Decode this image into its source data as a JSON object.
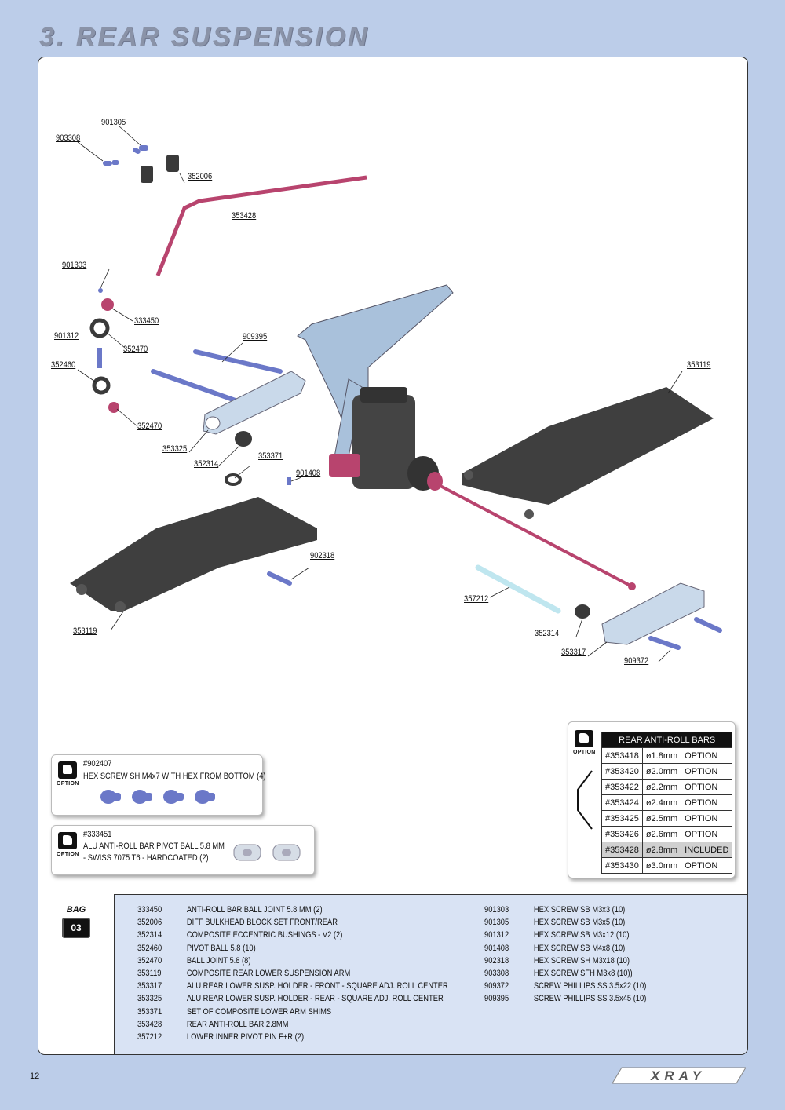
{
  "page_title": "3. REAR SUSPENSION",
  "page_number": "12",
  "logo_text": "XRAY",
  "callouts": [
    {
      "id": "c901305",
      "text": "901305"
    },
    {
      "id": "c903308",
      "text": "903308"
    },
    {
      "id": "c352006",
      "text": "352006"
    },
    {
      "id": "c353428",
      "text": "353428"
    },
    {
      "id": "c901303",
      "text": "901303"
    },
    {
      "id": "c333450",
      "text": "333450"
    },
    {
      "id": "c901312",
      "text": "901312"
    },
    {
      "id": "c352470a",
      "text": "352470"
    },
    {
      "id": "c909395",
      "text": "909395"
    },
    {
      "id": "c352460",
      "text": "352460"
    },
    {
      "id": "c352470b",
      "text": "352470"
    },
    {
      "id": "c353119a",
      "text": "353119"
    },
    {
      "id": "c353325",
      "text": "353325"
    },
    {
      "id": "c353371",
      "text": "353371"
    },
    {
      "id": "c352314a",
      "text": "352314"
    },
    {
      "id": "c901408",
      "text": "901408"
    },
    {
      "id": "c902318",
      "text": "902318"
    },
    {
      "id": "c353119b",
      "text": "353119"
    },
    {
      "id": "c357212",
      "text": "357212"
    },
    {
      "id": "c352314b",
      "text": "352314"
    },
    {
      "id": "c353317",
      "text": "353317"
    },
    {
      "id": "c909372",
      "text": "909372"
    }
  ],
  "option_label": "OPTION",
  "option1": {
    "code": "#902407",
    "desc": "HEX SCREW SH M4x7 WITH HEX FROM BOTTOM  (4)"
  },
  "option2": {
    "code": "#333451",
    "line1": "ALU ANTI-ROLL BAR PIVOT BALL 5.8 MM",
    "line2": "- SWISS 7075 T6 - HARDCOATED (2)"
  },
  "anti_roll_table": {
    "header": "REAR ANTI-ROLL BARS",
    "rows": [
      {
        "code": "#353418",
        "size": "ø1.8mm",
        "status": "OPTION"
      },
      {
        "code": "#353420",
        "size": "ø2.0mm",
        "status": "OPTION"
      },
      {
        "code": "#353422",
        "size": "ø2.2mm",
        "status": "OPTION"
      },
      {
        "code": "#353424",
        "size": "ø2.4mm",
        "status": "OPTION"
      },
      {
        "code": "#353425",
        "size": "ø2.5mm",
        "status": "OPTION"
      },
      {
        "code": "#353426",
        "size": "ø2.6mm",
        "status": "OPTION"
      },
      {
        "code": "#353428",
        "size": "ø2.8mm",
        "status": "INCLUDED"
      },
      {
        "code": "#353430",
        "size": "ø3.0mm",
        "status": "OPTION"
      }
    ]
  },
  "bag": {
    "label": "BAG",
    "number": "03"
  },
  "parts_left": [
    {
      "code": "333450",
      "desc": "ANTI-ROLL BAR BALL JOINT 5.8 MM (2)"
    },
    {
      "code": "352006",
      "desc": "DIFF BULKHEAD BLOCK SET FRONT/REAR"
    },
    {
      "code": "352314",
      "desc": "COMPOSITE ECCENTRIC BUSHINGS - V2 (2)"
    },
    {
      "code": "352460",
      "desc": "PIVOT BALL 5.8 (10)"
    },
    {
      "code": "352470",
      "desc": "BALL JOINT 5.8 (8)"
    },
    {
      "code": "353119",
      "desc": "COMPOSITE REAR LOWER SUSPENSION ARM"
    },
    {
      "code": "353317",
      "desc": "ALU REAR LOWER SUSP. HOLDER - FRONT - SQUARE ADJ. ROLL CENTER"
    },
    {
      "code": "353325",
      "desc": "ALU REAR LOWER SUSP. HOLDER - REAR - SQUARE ADJ. ROLL CENTER"
    },
    {
      "code": "353371",
      "desc": "SET OF COMPOSITE LOWER ARM SHIMS"
    },
    {
      "code": "353428",
      "desc": "REAR ANTI-ROLL BAR 2.8MM"
    },
    {
      "code": "357212",
      "desc": "LOWER INNER PIVOT PIN F+R  (2)"
    }
  ],
  "parts_right": [
    {
      "code": "901303",
      "desc": "HEX SCREW  SB M3x3  (10)"
    },
    {
      "code": "901305",
      "desc": "HEX SCREW  SB M3x5  (10)"
    },
    {
      "code": "901312",
      "desc": "HEX SCREW  SB M3x12  (10)"
    },
    {
      "code": "901408",
      "desc": "HEX SCREW  SB M4x8  (10)"
    },
    {
      "code": "902318",
      "desc": "HEX SCREW  SH M3x18  (10)"
    },
    {
      "code": "903308",
      "desc": "HEX SCREW  SFH M3x8  (10))"
    },
    {
      "code": "909372",
      "desc": "SCREW PHILLIPS SS 3.5x22  (10)"
    },
    {
      "code": "909395",
      "desc": "SCREW PHILLIPS SS 3.5x45  (10)"
    }
  ],
  "colors": {
    "background": "#bccde9",
    "parts_panel": "#d9e3f4",
    "anti_roll_bar": "#b8446e",
    "screw": "#6b78c8",
    "part_dark": "#3a3a3a",
    "alu": "#c9d9ea"
  }
}
